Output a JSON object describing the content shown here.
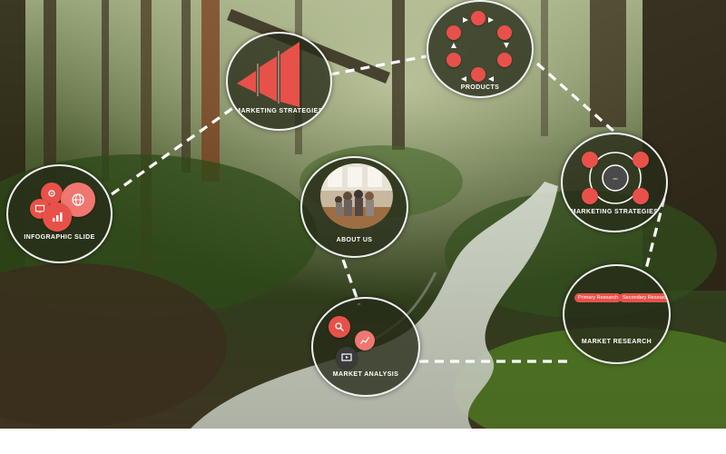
{
  "nodes": {
    "marketing_strategies_top": "MARKETING STRATEGIES",
    "products": "PRODUCTS",
    "infographic_slide": "INFOGRAPHIC SLIDE",
    "about_us": "ABOUT US",
    "marketing_strategies_right": "MARKETING STRATEGIES",
    "market_research": "MARKET RESEARCH",
    "market_analysis": "MARKET ANALYSIS"
  },
  "market_research_tags": [
    "Primary Research",
    "Secondary Research"
  ],
  "cycle_center_text": "••••",
  "colors": {
    "accent": "#e8514a",
    "accent_light": "#f0776f",
    "node_border": "#f1f1f1",
    "connector": "#ffffff"
  },
  "icons": [
    "funnel-icon",
    "cycle-icon",
    "search-icon",
    "presentation-icon",
    "target-icon",
    "chart-icon",
    "gear-icon",
    "globe-icon"
  ]
}
